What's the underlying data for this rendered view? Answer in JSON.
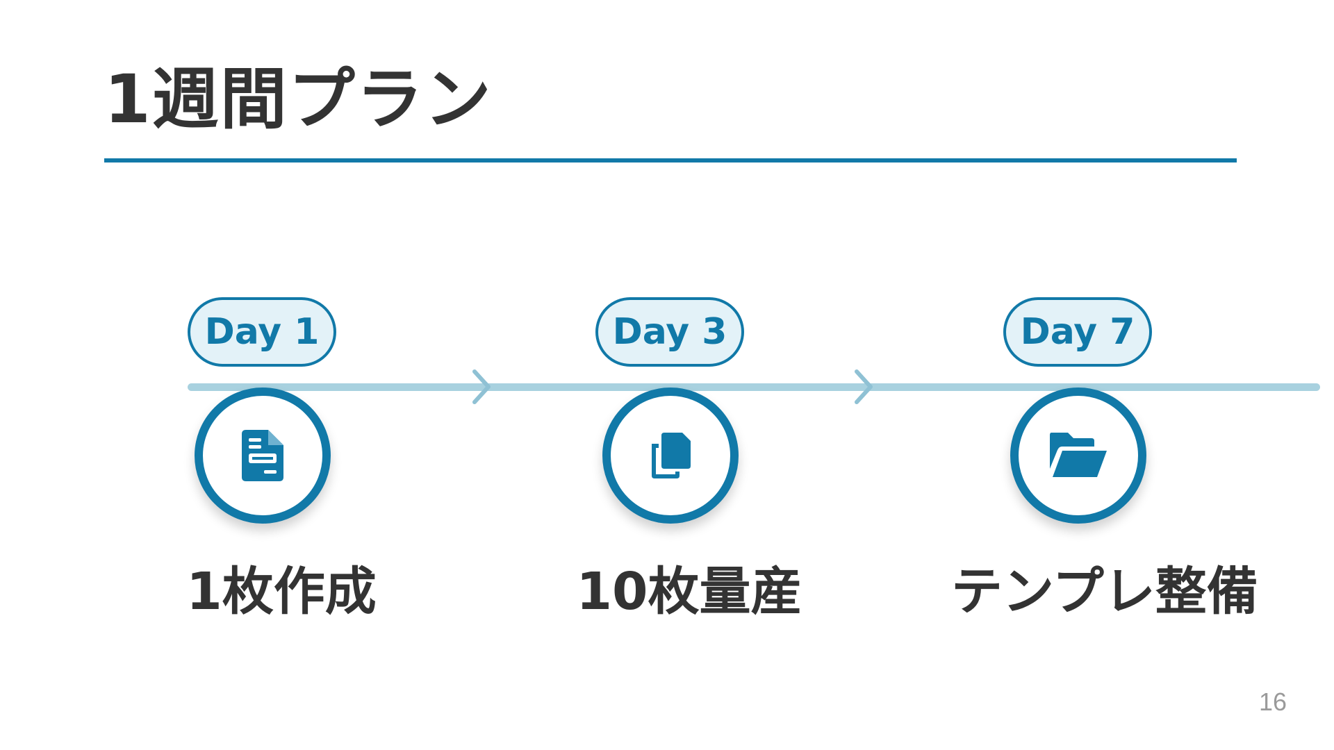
{
  "title": "1週間プラン",
  "accent_color": "#1179a8",
  "steps": [
    {
      "day": "Day 1",
      "label": "1枚作成",
      "icon": "document-icon"
    },
    {
      "day": "Day 3",
      "label": "10枚量産",
      "icon": "copy-icon"
    },
    {
      "day": "Day 7",
      "label": "テンプレ整備",
      "icon": "folder-open-icon"
    }
  ],
  "page_number": "16"
}
